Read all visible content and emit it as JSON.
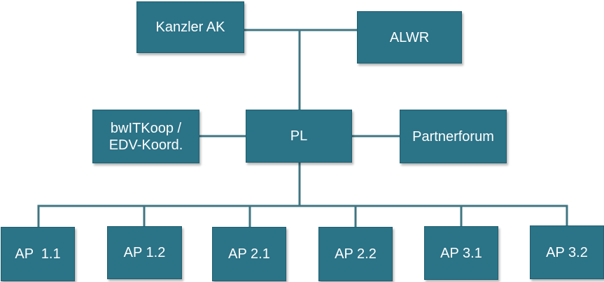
{
  "diagram": {
    "top": {
      "kanzler": "Kanzler AK",
      "alwr": "ALWR"
    },
    "middle": {
      "bwit": "bwITKoop /\nEDV-Koord.",
      "pl": "PL",
      "partnerforum": "Partnerforum"
    },
    "work_packages": [
      "AP  1.1",
      "AP 1.2",
      "AP 2.1",
      "AP 2.2",
      "AP 3.1",
      "AP 3.2"
    ]
  },
  "colors": {
    "box_fill": "#2b7387",
    "box_text": "#ffffff",
    "connector": "#3f7682",
    "background": "#ffffff"
  }
}
